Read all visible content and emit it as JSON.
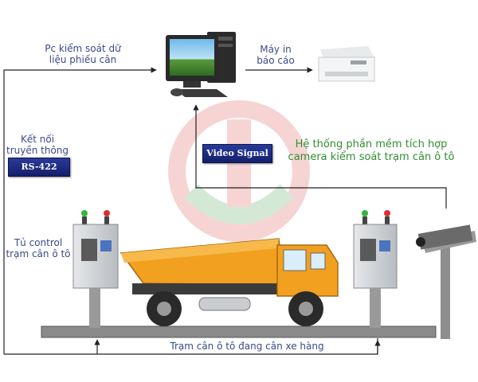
{
  "labels": {
    "pc_line1": "Pc kiểm soát dữ",
    "pc_line2": "liệu phiếu cân",
    "printer_line1": "Máy in",
    "printer_line2": "báo cáo",
    "conn_line1": "Kết nối",
    "conn_line2": "truyền thông",
    "cabinet_line1": "Tủ control",
    "cabinet_line2": "trạm cân ô tô",
    "software_line1": "Hệ thống phần mềm tích hợp",
    "software_line2": "camera kiểm soát trạm cân ô tô",
    "scale_caption": "Trạm cân ô tô đang cân xe hàng"
  },
  "badges": {
    "rs422": "RS-422",
    "video_signal": "Video Signal"
  },
  "colors": {
    "label_text": "#3a4a8c",
    "software_text": "#2f8f2f",
    "badge_bg": "#1c2880",
    "truck_body": "#f2a020",
    "truck_chassis": "#3b3b3b",
    "platform": "#8a8a8a"
  },
  "icons": {
    "computer": "desktop-computer-icon",
    "printer": "printer-icon",
    "camera": "security-camera-icon",
    "cabinet": "control-cabinet-icon",
    "truck": "dump-truck-icon"
  }
}
